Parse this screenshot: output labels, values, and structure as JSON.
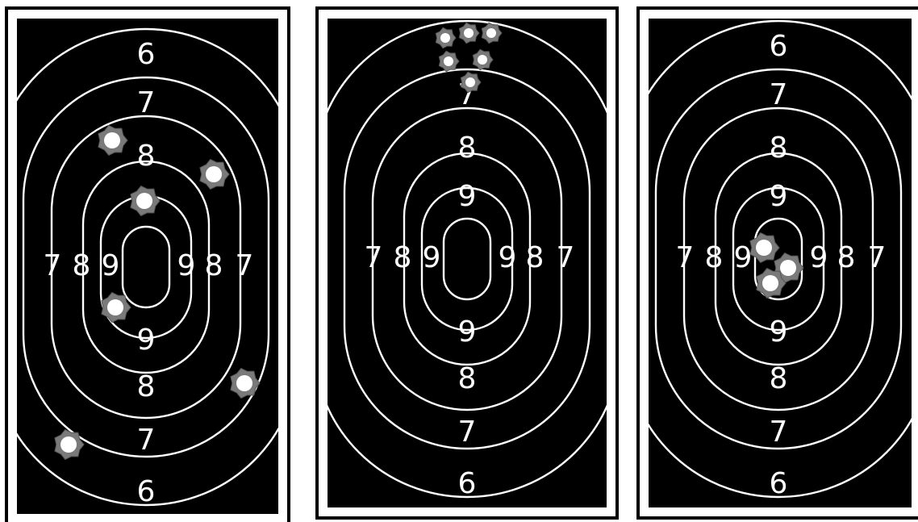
{
  "panels": [
    {
      "top": "6",
      "upper_7": "7",
      "upper_8": "8",
      "upper_9": "",
      "left_7": "7",
      "left_8": "8",
      "left_9": "9",
      "right_9": "9",
      "right_8": "8",
      "right_7": "7",
      "lower_9": "9",
      "lower_8": "8",
      "lower_7": "7",
      "bottom": "6",
      "shot_count": 6
    },
    {
      "top": "",
      "upper_7": "7",
      "upper_8": "8",
      "upper_9": "9",
      "left_7": "7",
      "left_8": "8",
      "left_9": "9",
      "right_9": "9",
      "right_8": "8",
      "right_7": "7",
      "lower_9": "9",
      "lower_8": "8",
      "lower_7": "7",
      "bottom": "6",
      "shot_count": 6
    },
    {
      "top": "6",
      "upper_7": "7",
      "upper_8": "8",
      "upper_9": "9",
      "left_7": "7",
      "left_8": "8",
      "left_9": "9",
      "right_9": "9",
      "right_8": "8",
      "right_7": "7",
      "lower_9": "9",
      "lower_8": "8",
      "lower_7": "7",
      "bottom": "6",
      "shot_count": 3
    }
  ],
  "colors": {
    "target_background": "#000000",
    "ring_line": "#ffffff",
    "bullet_hole_rim": "#7a7a7a",
    "bullet_hole_center": "#ffffff"
  },
  "icons": {
    "shot": "bullet-hole-icon"
  }
}
